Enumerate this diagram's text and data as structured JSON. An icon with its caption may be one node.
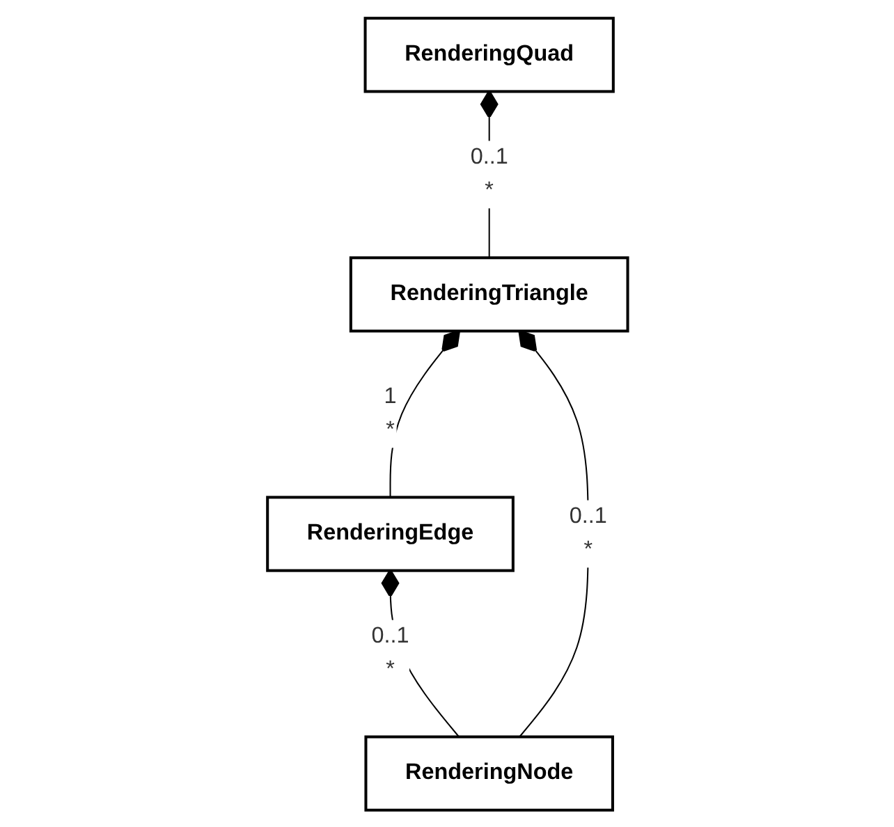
{
  "diagram": {
    "nodes": [
      {
        "text": [
          "RenderingQuad"
        ]
      },
      {
        "text": [
          "RenderingTriangle"
        ]
      },
      {
        "text": [
          "RenderingEdge"
        ]
      },
      {
        "text": [
          "RenderingNode"
        ]
      }
    ],
    "edges": [
      {
        "from": 1,
        "to": 0,
        "arrow": "other"
      },
      {
        "from": 2,
        "to": 1,
        "arrow": "other"
      },
      {
        "from": 3,
        "to": 1,
        "arrow": "other"
      },
      {
        "from": 3,
        "to": 2,
        "arrow": "other"
      }
    ],
    "labels": [
      "0..1",
      "*",
      "1",
      "0..1",
      "*",
      "*",
      "0..1",
      "*"
    ]
  }
}
